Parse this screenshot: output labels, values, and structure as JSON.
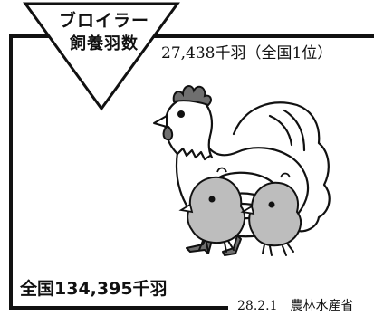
{
  "badge": {
    "line1": "ブロイラー",
    "line2": "飼養羽数"
  },
  "prefecture": {
    "count_text": "27,438千羽（全国1位）"
  },
  "national": {
    "count_text": "全国134,395千羽"
  },
  "source": {
    "date": "28.2.1",
    "agency": "農林水産省"
  },
  "colors": {
    "ink": "#111111",
    "chick_gray": "#bdbdbd",
    "comb_gray": "#6f6f6f"
  },
  "icons": {
    "main": "chicken-with-chicks-illustration"
  }
}
